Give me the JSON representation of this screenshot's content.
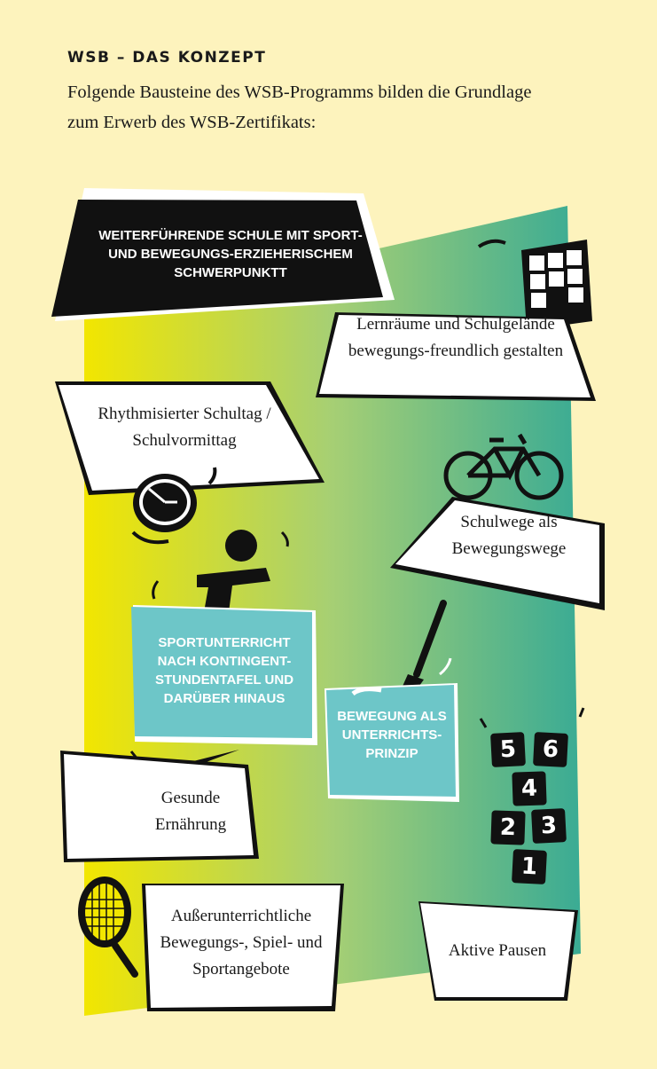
{
  "header": {
    "title": "WSB – DAS KONZEPT",
    "intro": "Folgende Bausteine des WSB-Programms bilden die Grundlage zum Erwerb des WSB-Zertifikats:"
  },
  "blocks": {
    "main": "WEITERFÜHRENDE SCHULE MIT SPORT- UND BEWEGUNGS-ERZIEHERISCHEM SCHWERPUNKTT",
    "lernraeume": "Lernräume und Schulgelände bewegungs-freundlich gestalten",
    "rhythmus": "Rhythmisierter Schultag / Schulvormittag",
    "schulwege": "Schulwege als Bewegungswege",
    "sportunterricht": "SPORTUNTERRICHT NACH KONTINGENT-STUNDENTAFEL UND DARÜBER HINAUS",
    "bewegung": "BEWEGUNG ALS UNTERRICHTS-PRINZIP",
    "ernaehrung": "Gesunde Ernährung",
    "ausser": "Außerunterrichtliche Bewegungs-, Spiel- und Sportangebote",
    "pausen": "Aktive Pausen"
  },
  "hopscotch": [
    "5",
    "6",
    "4",
    "2",
    "3",
    "1"
  ],
  "colors": {
    "background": "#fdf3bd",
    "gradient_yellow": "#f2e600",
    "gradient_green": "#a6cf74",
    "gradient_teal": "#3aab94",
    "box_teal": "#6dc6c8",
    "black": "#111111"
  }
}
